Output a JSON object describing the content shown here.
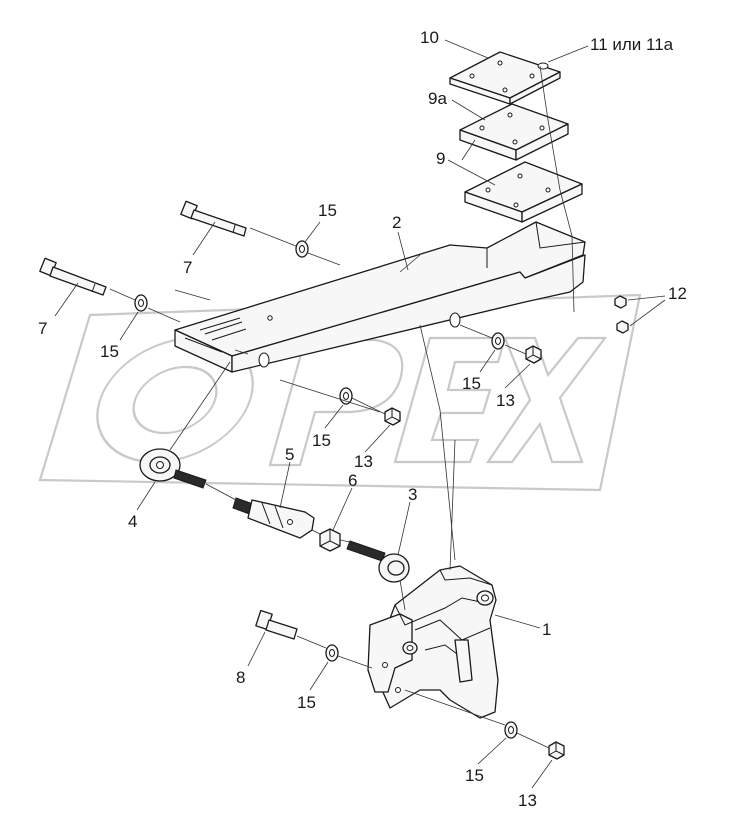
{
  "watermark": {
    "text": "OPEX"
  },
  "callouts": {
    "c10": "10",
    "c11": "11 или 11а",
    "c9a": "9а",
    "c9": "9",
    "c15a": "15",
    "c2": "2",
    "c7a": "7",
    "c7b": "7",
    "c12": "12",
    "c15b": "15",
    "c15c": "15",
    "c13a": "13",
    "c15d": "15",
    "c13b": "13",
    "c5": "5",
    "c6": "6",
    "c3": "3",
    "c4": "4",
    "c1": "1",
    "c8": "8",
    "c15e": "15",
    "c15f": "15",
    "c13c": "13"
  },
  "colors": {
    "line": "#1a1a1a",
    "watermark": "#c9c9c9",
    "background": "#ffffff"
  }
}
